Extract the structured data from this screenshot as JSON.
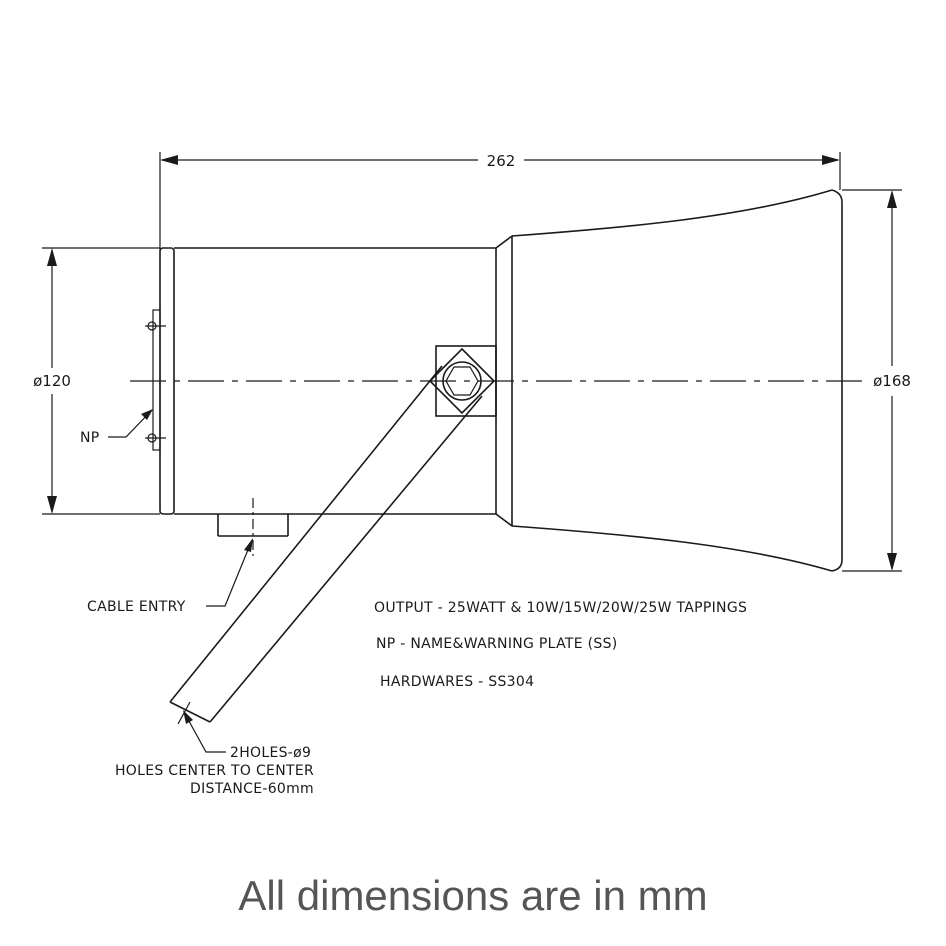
{
  "dimensions": {
    "overall_length": "262",
    "body_diameter": "ø120",
    "horn_diameter": "ø168"
  },
  "callouts": {
    "name_plate": "NP",
    "cable_entry": "CABLE ENTRY",
    "mounting_holes": [
      "2HOLES-ø9",
      "HOLES CENTER TO CENTER",
      "DISTANCE-60mm"
    ]
  },
  "notes": [
    "OUTPUT - 25WATT & 10W/15W/20W/25W TAPPINGS",
    "NP - NAME&WARNING PLATE (SS)",
    "HARDWARES - SS304"
  ],
  "footer": "All dimensions are in mm",
  "colors": {
    "line": "#1a1a1a",
    "footer_text": "#555555",
    "background": "#ffffff"
  }
}
